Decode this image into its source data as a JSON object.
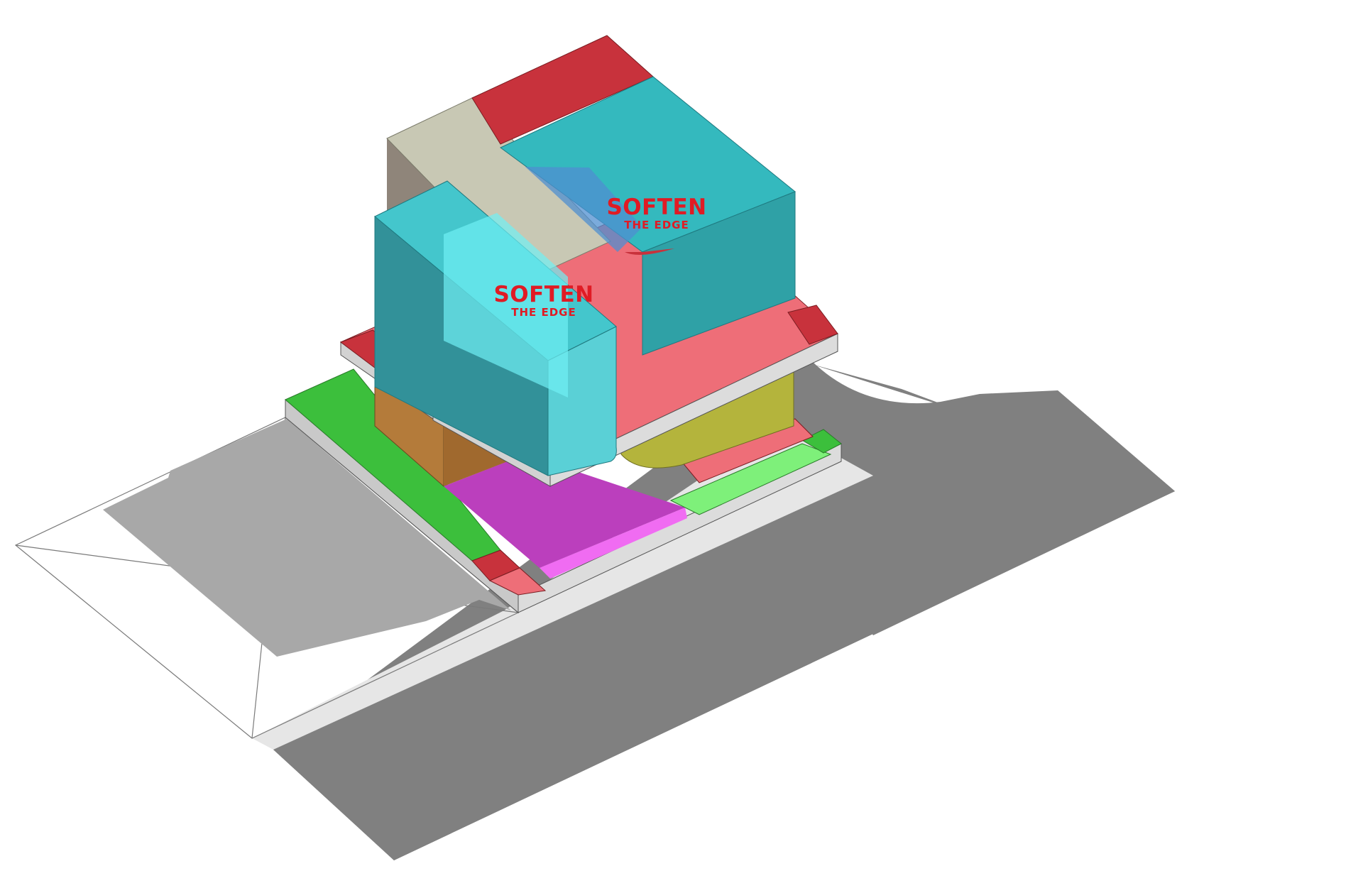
{
  "labels": [
    {
      "id": "upper",
      "title": "SOFTEN",
      "subtitle": "THE EDGE"
    },
    {
      "id": "lower",
      "title": "SOFTEN",
      "subtitle": "THE EDGE"
    }
  ],
  "colors": {
    "label_red": "#e01b24",
    "road": "#808080",
    "sidewalk": "#e6e6e6",
    "shadow": "#a8a8a8",
    "cyan": "#3fc4cf",
    "red": "#c8323c",
    "pink": "#ee6e78",
    "green": "#3cbf3c",
    "light_green": "#7ef07a",
    "magenta": "#bb3fbd",
    "light_magenta": "#f06cf2",
    "taupe": "#c8c8b4",
    "olive": "#b4b43c",
    "brown": "#b47b3a",
    "slab_grey": "#d2d2d2",
    "blue": "#4f8fd0"
  }
}
